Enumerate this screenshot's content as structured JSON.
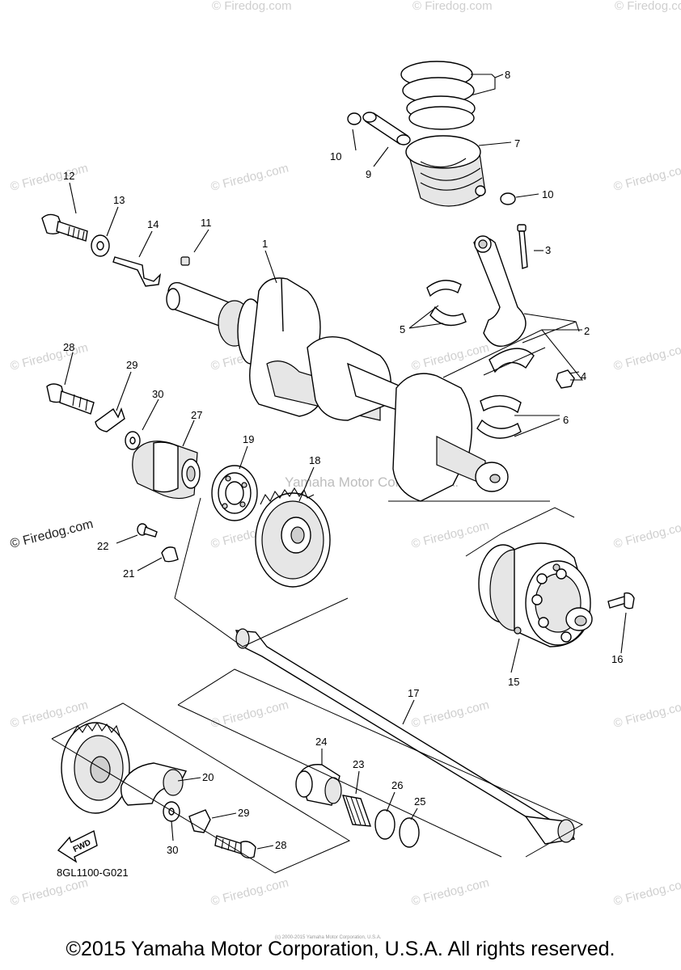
{
  "watermark": {
    "text": "© Firedog.com",
    "center_text": "Yamaha Motor Corp., U.S.A."
  },
  "diagram_code": "8GL1100-G021",
  "fwd_label": "FWD",
  "part_labels": {
    "p1": "1",
    "p2": "2",
    "p3": "3",
    "p4": "4",
    "p5": "5",
    "p6": "6",
    "p7": "7",
    "p8": "8",
    "p9": "9",
    "p10a": "10",
    "p10b": "10",
    "p11": "11",
    "p12": "12",
    "p13": "13",
    "p14": "14",
    "p15": "15",
    "p16": "16",
    "p17": "17",
    "p18": "18",
    "p19": "19",
    "p20": "20",
    "p21": "21",
    "p22": "22",
    "p23": "23",
    "p24": "24",
    "p25": "25",
    "p26": "26",
    "p27": "27",
    "p28a": "28",
    "p28b": "28",
    "p29a": "29",
    "p29b": "29",
    "p30a": "30",
    "p30b": "30"
  },
  "footer": {
    "copyright": "©2015 Yamaha Motor Corporation, U.S.A. All rights reserved.",
    "tiny_note": "(c) 2000-2015 Yamaha Motor Corporation, U.S.A."
  }
}
